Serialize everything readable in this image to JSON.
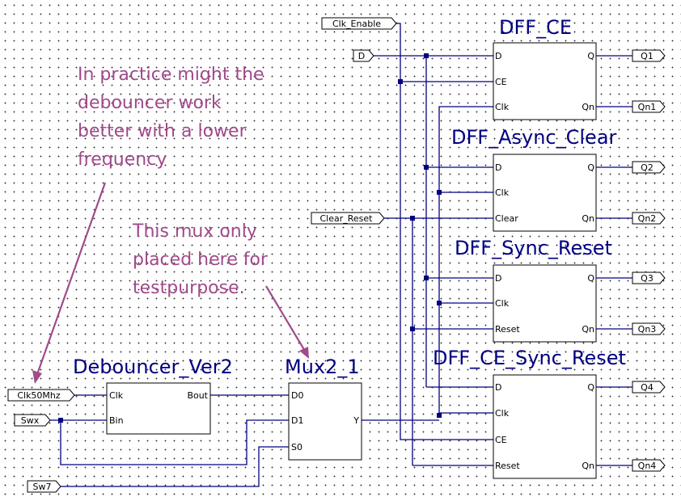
{
  "colors": {
    "wire": "#000080",
    "title": "#000080",
    "note": "#a04a8a",
    "arrow": "#a04a8a"
  },
  "input_ports": {
    "clk_enable": "Clk_Enable",
    "d": "D",
    "clear_reset": "Clear_Reset",
    "clk50mhz": "Clk50Mhz",
    "swx": "Swx",
    "sw7": "Sw7"
  },
  "output_ports": [
    "Q1",
    "Qn1",
    "Q2",
    "Qn2",
    "Q3",
    "Qn3",
    "Q4",
    "Qn4"
  ],
  "blocks": {
    "dff_ce": {
      "title": "DFF_CE",
      "pins_in": [
        "D",
        "CE",
        "Clk"
      ],
      "pins_out": [
        "Q",
        "Qn"
      ]
    },
    "dff_async_clear": {
      "title": "DFF_Async_Clear",
      "pins_in": [
        "D",
        "Clk",
        "Clear"
      ],
      "pins_out": [
        "Q",
        "Qn"
      ]
    },
    "dff_sync_reset": {
      "title": "DFF_Sync_Reset",
      "pins_in": [
        "D",
        "Clk",
        "Reset"
      ],
      "pins_out": [
        "Q",
        "Qn"
      ]
    },
    "dff_ce_sync_reset": {
      "title": "DFF_CE_Sync_Reset",
      "pins_in": [
        "D",
        "Clk",
        "CE",
        "Reset"
      ],
      "pins_out": [
        "Q",
        "Qn"
      ]
    },
    "debouncer": {
      "title": "Debouncer_Ver2",
      "pins_in": [
        "Clk",
        "Bin"
      ],
      "pins_out": [
        "Bout"
      ]
    },
    "mux": {
      "title": "Mux2_1",
      "pins_in": [
        "D0",
        "D1",
        "S0"
      ],
      "pins_out": [
        "Y"
      ]
    }
  },
  "notes": {
    "debouncer_lines": [
      "In practice might the",
      "debouncer work",
      "better with a lower",
      "frequency"
    ],
    "mux_lines": [
      "This mux only",
      "placed here for",
      "testpurpose."
    ]
  }
}
